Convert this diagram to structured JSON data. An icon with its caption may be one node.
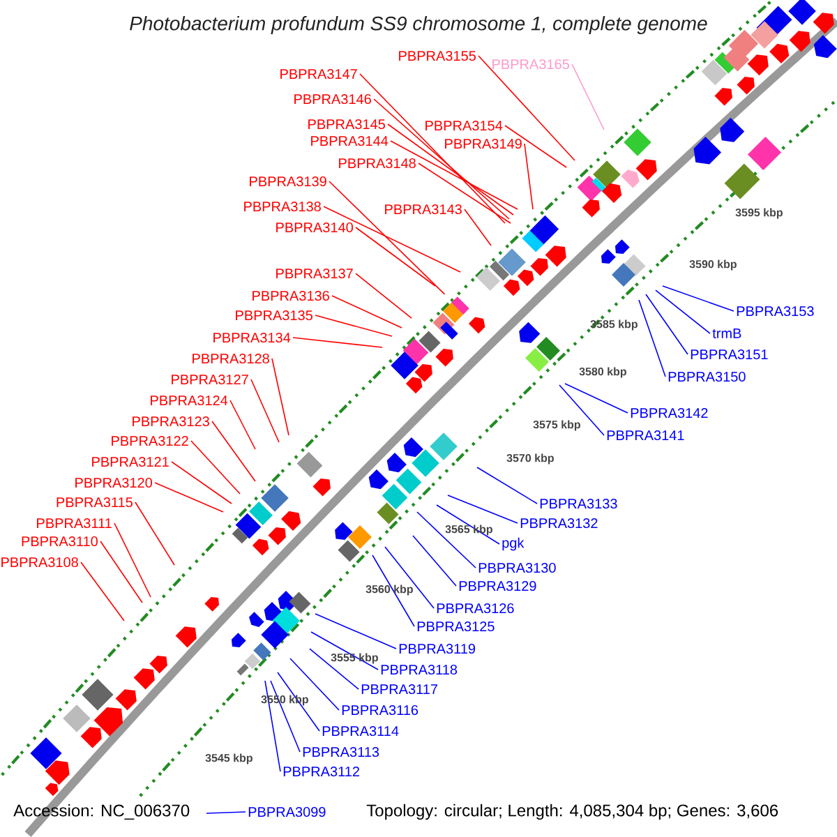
{
  "diagram": {
    "title": "Photobacterium profundum SS9 chromosome 1, complete genome",
    "nodes": [
      {
        "text": [
          "PBPRA3155"
        ]
      },
      {
        "text": [
          "PBPRA3165"
        ]
      },
      {
        "text": [
          "PBPRA3147"
        ]
      },
      {
        "text": [
          "PBPRA3146"
        ]
      },
      {
        "text": [
          "PBPRA3145"
        ]
      },
      {
        "text": [
          "PBPRA3154"
        ]
      },
      {
        "text": [
          "PBPRA3144"
        ]
      },
      {
        "text": [
          "PBPRA3149"
        ]
      },
      {
        "text": [
          "PBPRA3148"
        ]
      },
      {
        "text": [
          "PBPRA3139"
        ]
      },
      {
        "text": [
          "PBPRA3138"
        ]
      },
      {
        "text": [
          "PBPRA3143"
        ]
      },
      {
        "text": [
          "PBPRA3140"
        ]
      },
      {
        "text": [
          "PBPRA3137"
        ]
      },
      {
        "text": [
          "PBPRA3136"
        ]
      },
      {
        "text": [
          "PBPRA3135"
        ]
      },
      {
        "text": [
          "PBPRA3153"
        ]
      },
      {
        "text": [
          "trmB"
        ]
      },
      {
        "text": [
          "PBPRA3134"
        ]
      },
      {
        "text": [
          "PBPRA3151"
        ]
      },
      {
        "text": [
          "PBPRA3128"
        ]
      },
      {
        "text": [
          "PBPRA3150"
        ]
      },
      {
        "text": [
          "PBPRA3127"
        ]
      },
      {
        "text": [
          "PBPRA3124"
        ]
      },
      {
        "text": [
          "PBPRA3142"
        ]
      },
      {
        "text": [
          "PBPRA3123"
        ]
      },
      {
        "text": [
          "PBPRA3141"
        ]
      },
      {
        "text": [
          "PBPRA3122"
        ]
      },
      {
        "text": [
          "PBPRA3121"
        ]
      },
      {
        "text": [
          "PBPRA3120"
        ]
      },
      {
        "text": [
          "PBPRA3115"
        ]
      },
      {
        "text": [
          "PBPRA3133"
        ]
      },
      {
        "text": [
          "PBPRA3111"
        ]
      },
      {
        "text": [
          "PBPRA3132"
        ]
      },
      {
        "text": [
          "PBPRA3110"
        ]
      },
      {
        "text": [
          "pgk"
        ]
      },
      {
        "text": [
          "PBPRA3108"
        ]
      },
      {
        "text": [
          "PBPRA3130"
        ]
      },
      {
        "text": [
          "PBPRA3129"
        ]
      },
      {
        "text": [
          "PBPRA3126"
        ]
      },
      {
        "text": [
          "PBPRA3125"
        ]
      },
      {
        "text": [
          "PBPRA3119"
        ]
      },
      {
        "text": [
          "PBPRA3118"
        ]
      },
      {
        "text": [
          "PBPRA3117"
        ]
      },
      {
        "text": [
          "PBPRA3116"
        ]
      },
      {
        "text": [
          "PBPRA3114"
        ]
      },
      {
        "text": [
          "PBPRA3113"
        ]
      },
      {
        "text": [
          "PBPRA3112"
        ]
      },
      {
        "text": [
          "PBPRA3099"
        ]
      }
    ],
    "edges": [
      {
        "from": 0,
        "to": null,
        "arrow": "none"
      },
      {
        "from": 1,
        "to": null,
        "arrow": "none",
        "color": "#ff99cc"
      },
      {
        "from": 2,
        "to": null,
        "arrow": "none"
      },
      {
        "from": 3,
        "to": null,
        "arrow": "none"
      },
      {
        "from": 4,
        "to": null,
        "arrow": "none"
      },
      {
        "from": 5,
        "to": null,
        "arrow": "none"
      },
      {
        "from": 6,
        "to": null,
        "arrow": "none"
      },
      {
        "from": 7,
        "to": null,
        "arrow": "none"
      },
      {
        "from": 8,
        "to": null,
        "arrow": "none"
      },
      {
        "from": 9,
        "to": null,
        "arrow": "none"
      },
      {
        "from": 10,
        "to": null,
        "arrow": "none"
      },
      {
        "from": 11,
        "to": null,
        "arrow": "none"
      },
      {
        "from": 12,
        "to": null,
        "arrow": "none"
      },
      {
        "from": 13,
        "to": null,
        "arrow": "none"
      },
      {
        "from": 14,
        "to": null,
        "arrow": "none"
      },
      {
        "from": 15,
        "to": null,
        "arrow": "none"
      },
      {
        "from": 16,
        "to": null,
        "arrow": "none",
        "color": "#0000ff"
      },
      {
        "from": 17,
        "to": null,
        "arrow": "none",
        "color": "#0000ff"
      },
      {
        "from": 18,
        "to": null,
        "arrow": "none"
      },
      {
        "from": 19,
        "to": null,
        "arrow": "none",
        "color": "#0000ff"
      },
      {
        "from": 20,
        "to": null,
        "arrow": "none"
      },
      {
        "from": 21,
        "to": null,
        "arrow": "none",
        "color": "#0000ff"
      },
      {
        "from": 22,
        "to": null,
        "arrow": "none"
      },
      {
        "from": 23,
        "to": null,
        "arrow": "none"
      },
      {
        "from": 24,
        "to": null,
        "arrow": "none",
        "color": "#0000ff"
      },
      {
        "from": 25,
        "to": null,
        "arrow": "none"
      },
      {
        "from": 26,
        "to": null,
        "arrow": "none",
        "color": "#0000ff"
      },
      {
        "from": 27,
        "to": null,
        "arrow": "none"
      },
      {
        "from": 28,
        "to": null,
        "arrow": "none"
      },
      {
        "from": 29,
        "to": null,
        "arrow": "none"
      },
      {
        "from": 30,
        "to": null,
        "arrow": "none"
      },
      {
        "from": 31,
        "to": null,
        "arrow": "none",
        "color": "#0000ff"
      },
      {
        "from": 32,
        "to": null,
        "arrow": "none"
      },
      {
        "from": 33,
        "to": null,
        "arrow": "none",
        "color": "#0000ff"
      },
      {
        "from": 34,
        "to": null,
        "arrow": "none"
      },
      {
        "from": 35,
        "to": null,
        "arrow": "none",
        "color": "#0000ff"
      },
      {
        "from": 36,
        "to": null,
        "arrow": "none"
      },
      {
        "from": 37,
        "to": null,
        "arrow": "none",
        "color": "#0000ff"
      },
      {
        "from": 38,
        "to": null,
        "arrow": "none",
        "color": "#0000ff"
      },
      {
        "from": 39,
        "to": null,
        "arrow": "none",
        "color": "#0000ff"
      },
      {
        "from": 40,
        "to": null,
        "arrow": "none",
        "color": "#0000ff"
      },
      {
        "from": 41,
        "to": null,
        "arrow": "none",
        "color": "#0000ff"
      },
      {
        "from": 42,
        "to": null,
        "arrow": "none",
        "color": "#0000ff"
      },
      {
        "from": 43,
        "to": null,
        "arrow": "none",
        "color": "#0000ff"
      },
      {
        "from": 44,
        "to": null,
        "arrow": "none",
        "color": "#0000ff"
      },
      {
        "from": 45,
        "to": null,
        "arrow": "none",
        "color": "#0000ff"
      },
      {
        "from": 46,
        "to": null,
        "arrow": "none",
        "color": "#0000ff"
      },
      {
        "from": 47,
        "to": null,
        "arrow": "none",
        "color": "#0000ff"
      },
      {
        "from": 48,
        "to": null,
        "arrow": "none",
        "color": "#0000ff"
      }
    ],
    "labels": [
      "3595 kbp",
      "3590 kbp",
      "3585 kbp",
      "3580 kbp",
      "3575 kbp",
      "3570 kbp",
      "3565 kbp",
      "3560 kbp",
      "3555 kbp",
      "3550 kbp",
      "3545 kbp",
      "Accession: NC_006370",
      "Topology: circular; Length: 4,085,304 bp; Genes: 3,606"
    ]
  }
}
